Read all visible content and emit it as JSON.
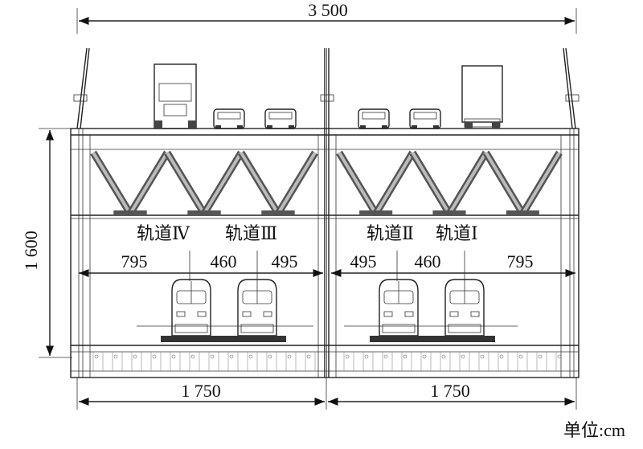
{
  "dimensions": {
    "total_width": "3 500",
    "total_height": "1 600",
    "half_left": "1 750",
    "half_right": "1 750",
    "left_spacing": [
      "795",
      "460",
      "495"
    ],
    "right_spacing": [
      "495",
      "460",
      "795"
    ]
  },
  "tracks": {
    "track_4": "轨道Ⅳ",
    "track_3": "轨道Ⅲ",
    "track_2": "轨道Ⅱ",
    "track_1": "轨道Ⅰ"
  },
  "unit": "单位:cm"
}
